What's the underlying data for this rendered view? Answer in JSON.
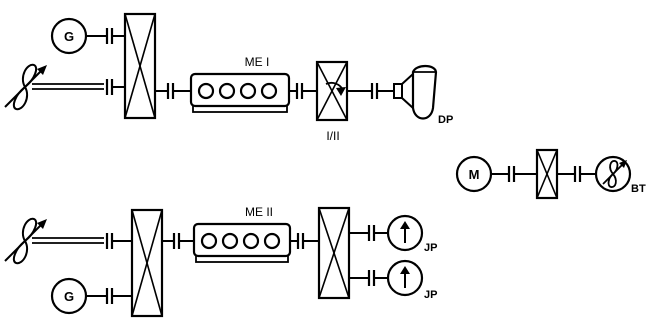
{
  "upper_line": {
    "generator_symbol": "G",
    "engine_label": "ME I",
    "gearbox_label": "I/II",
    "dredge_pump_tag": "DP"
  },
  "bow_thruster_line": {
    "motor_symbol": "M",
    "thruster_tag": "BT"
  },
  "lower_line": {
    "engine_label": "ME II",
    "generator_symbol": "G",
    "jet_pump_1_tag": "JP",
    "jet_pump_2_tag": "JP"
  }
}
